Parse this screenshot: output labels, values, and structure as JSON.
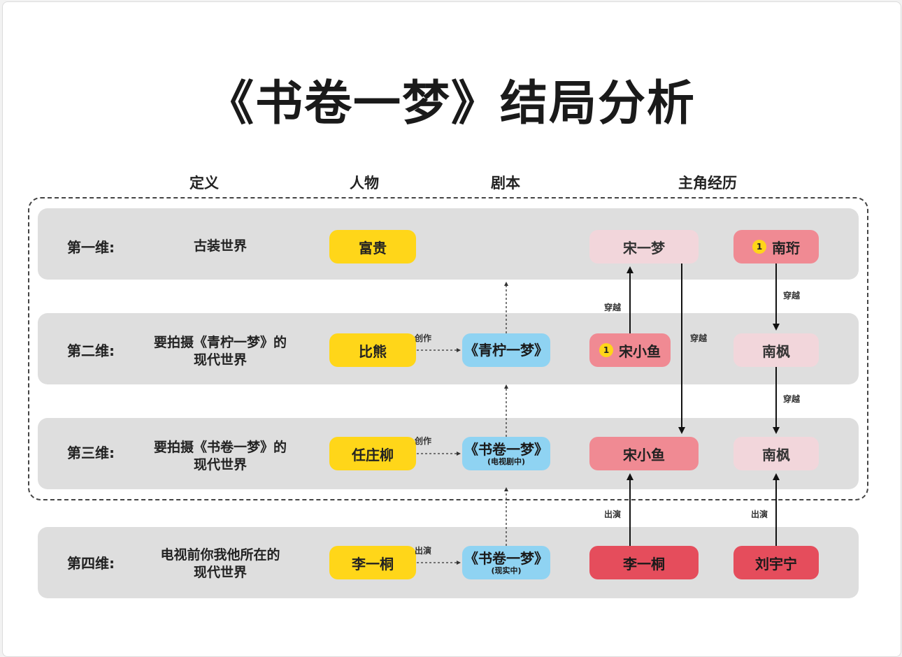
{
  "title": "《书卷一梦》结局分析",
  "columns": [
    "定义",
    "人物",
    "剧本",
    "主角经历"
  ],
  "rows": [
    {
      "dim": "第一维:",
      "definition": [
        "古装世界"
      ],
      "person": "富贵",
      "script": null,
      "chars": [
        "宋一梦",
        "南珩"
      ]
    },
    {
      "dim": "第二维:",
      "definition": [
        "要拍摄《青柠一梦》的",
        "现代世界"
      ],
      "person": "比熊",
      "relation": "创作",
      "script": {
        "main": "《青柠一梦》",
        "sub": ""
      },
      "chars": [
        "宋小鱼",
        "南枫"
      ]
    },
    {
      "dim": "第三维:",
      "definition": [
        "要拍摄《书卷一梦》的",
        "现代世界"
      ],
      "person": "任庄柳",
      "relation": "创作",
      "script": {
        "main": "《书卷一梦》",
        "sub": "(电视剧中)"
      },
      "chars": [
        "宋小鱼",
        "南枫"
      ]
    },
    {
      "dim": "第四维:",
      "definition": [
        "电视前你我他所在的",
        "现代世界"
      ],
      "person": "李一桐",
      "relation": "出演",
      "script": {
        "main": "《书卷一梦》",
        "sub": "(现实中)"
      },
      "chars": [
        "李一桐",
        "刘宇宁"
      ]
    }
  ],
  "badge": "1",
  "arrow_labels": {
    "cross": "穿越",
    "act": "出演"
  },
  "colors": {
    "yellow": "#ffd619",
    "blue": "#8fd3f2",
    "pink_light": "#f2d6db",
    "pink": "#f08a93",
    "red": "#e54d5c"
  }
}
